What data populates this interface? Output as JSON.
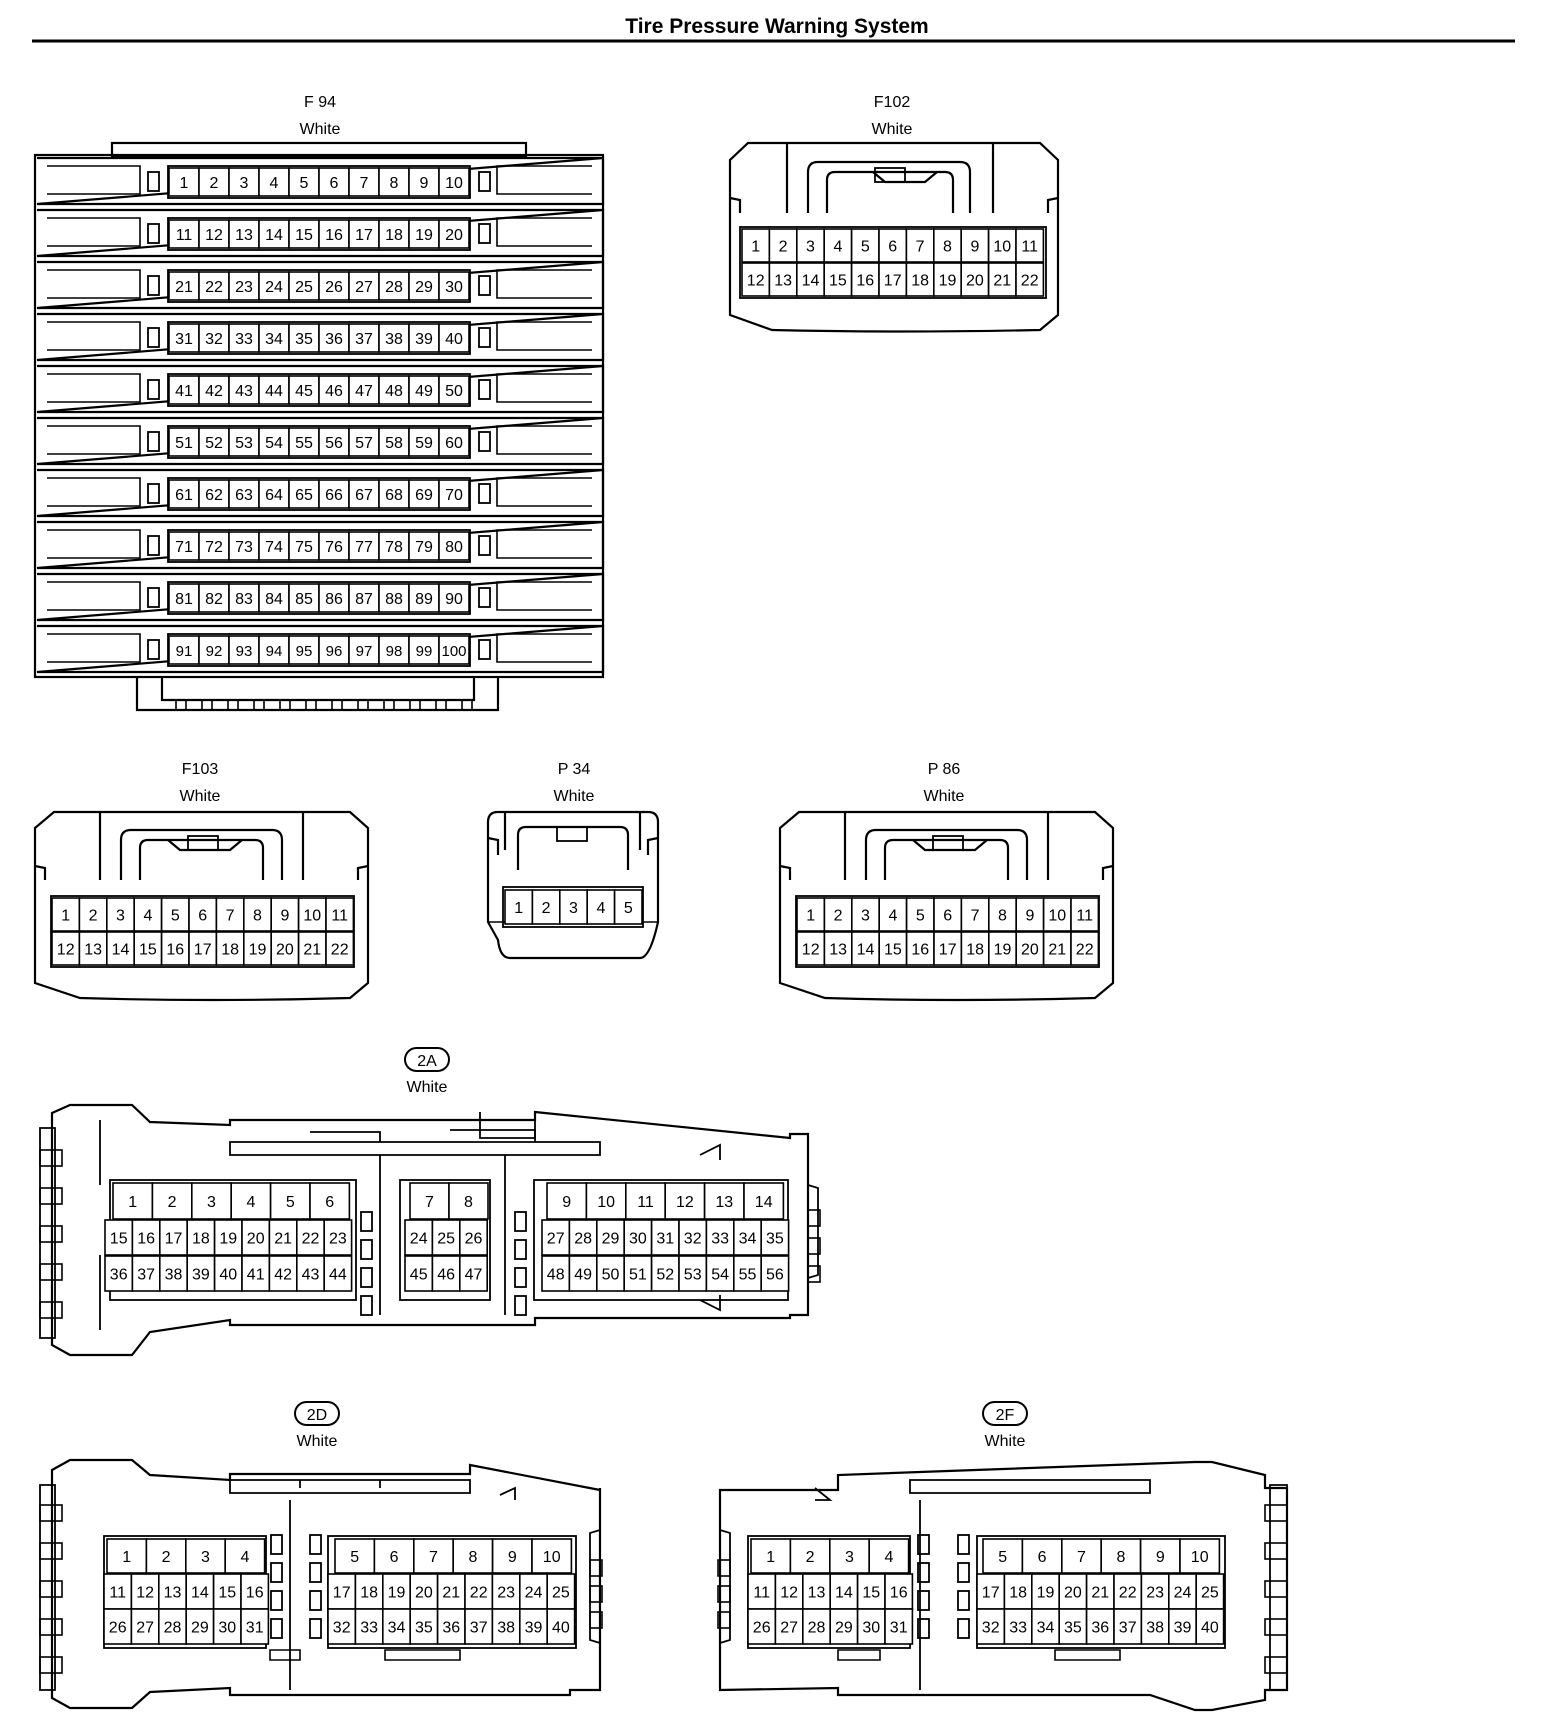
{
  "page": {
    "title": "Tire Pressure Warning System"
  },
  "connectors": [
    {
      "id": "F94",
      "name": "F 94",
      "color": "White",
      "circled": false,
      "rows": [
        [
          "1",
          "2",
          "3",
          "4",
          "5",
          "6",
          "7",
          "8",
          "9",
          "10"
        ],
        [
          "11",
          "12",
          "13",
          "14",
          "15",
          "16",
          "17",
          "18",
          "19",
          "20"
        ],
        [
          "21",
          "22",
          "23",
          "24",
          "25",
          "26",
          "27",
          "28",
          "29",
          "30"
        ],
        [
          "31",
          "32",
          "33",
          "34",
          "35",
          "36",
          "37",
          "38",
          "39",
          "40"
        ],
        [
          "41",
          "42",
          "43",
          "44",
          "45",
          "46",
          "47",
          "48",
          "49",
          "50"
        ],
        [
          "51",
          "52",
          "53",
          "54",
          "55",
          "56",
          "57",
          "58",
          "59",
          "60"
        ],
        [
          "61",
          "62",
          "63",
          "64",
          "65",
          "66",
          "67",
          "68",
          "69",
          "70"
        ],
        [
          "71",
          "72",
          "73",
          "74",
          "75",
          "76",
          "77",
          "78",
          "79",
          "80"
        ],
        [
          "81",
          "82",
          "83",
          "84",
          "85",
          "86",
          "87",
          "88",
          "89",
          "90"
        ],
        [
          "91",
          "92",
          "93",
          "94",
          "95",
          "96",
          "97",
          "98",
          "99",
          "100"
        ]
      ]
    },
    {
      "id": "F102",
      "name": "F102",
      "color": "White",
      "circled": false,
      "rows": [
        [
          "1",
          "2",
          "3",
          "4",
          "5",
          "6",
          "7",
          "8",
          "9",
          "10",
          "11"
        ],
        [
          "12",
          "13",
          "14",
          "15",
          "16",
          "17",
          "18",
          "19",
          "20",
          "21",
          "22"
        ]
      ]
    },
    {
      "id": "F103",
      "name": "F103",
      "color": "White",
      "circled": false,
      "rows": [
        [
          "1",
          "2",
          "3",
          "4",
          "5",
          "6",
          "7",
          "8",
          "9",
          "10",
          "11"
        ],
        [
          "12",
          "13",
          "14",
          "15",
          "16",
          "17",
          "18",
          "19",
          "20",
          "21",
          "22"
        ]
      ]
    },
    {
      "id": "P34",
      "name": "P 34",
      "color": "White",
      "circled": false,
      "rows": [
        [
          "1",
          "2",
          "3",
          "4",
          "5"
        ]
      ]
    },
    {
      "id": "P86",
      "name": "P 86",
      "color": "White",
      "circled": false,
      "rows": [
        [
          "1",
          "2",
          "3",
          "4",
          "5",
          "6",
          "7",
          "8",
          "9",
          "10",
          "11"
        ],
        [
          "12",
          "13",
          "14",
          "15",
          "16",
          "17",
          "18",
          "19",
          "20",
          "21",
          "22"
        ]
      ]
    },
    {
      "id": "2A",
      "name": "2A",
      "color": "White",
      "circled": true,
      "groups": [
        {
          "rows": [
            [
              "1",
              "2",
              "3",
              "4",
              "5",
              "6"
            ],
            [
              "15",
              "16",
              "17",
              "18",
              "19",
              "20",
              "21",
              "22",
              "23"
            ],
            [
              "36",
              "37",
              "38",
              "39",
              "40",
              "41",
              "42",
              "43",
              "44"
            ]
          ]
        },
        {
          "rows": [
            [
              "7",
              "8"
            ],
            [
              "24",
              "25",
              "26"
            ],
            [
              "45",
              "46",
              "47"
            ]
          ]
        },
        {
          "rows": [
            [
              "9",
              "10",
              "11",
              "12",
              "13",
              "14"
            ],
            [
              "27",
              "28",
              "29",
              "30",
              "31",
              "32",
              "33",
              "34",
              "35"
            ],
            [
              "48",
              "49",
              "50",
              "51",
              "52",
              "53",
              "54",
              "55",
              "56"
            ]
          ]
        }
      ]
    },
    {
      "id": "2D",
      "name": "2D",
      "color": "White",
      "circled": true,
      "groups": [
        {
          "rows": [
            [
              "1",
              "2",
              "3",
              "4"
            ],
            [
              "11",
              "12",
              "13",
              "14",
              "15",
              "16"
            ],
            [
              "26",
              "27",
              "28",
              "29",
              "30",
              "31"
            ]
          ]
        },
        {
          "rows": [
            [
              "5",
              "6",
              "7",
              "8",
              "9",
              "10"
            ],
            [
              "17",
              "18",
              "19",
              "20",
              "21",
              "22",
              "23",
              "24",
              "25"
            ],
            [
              "32",
              "33",
              "34",
              "35",
              "36",
              "37",
              "38",
              "39",
              "40"
            ]
          ]
        }
      ]
    },
    {
      "id": "2F",
      "name": "2F",
      "color": "White",
      "circled": true,
      "groups": [
        {
          "rows": [
            [
              "1",
              "2",
              "3",
              "4"
            ],
            [
              "11",
              "12",
              "13",
              "14",
              "15",
              "16"
            ],
            [
              "26",
              "27",
              "28",
              "29",
              "30",
              "31"
            ]
          ]
        },
        {
          "rows": [
            [
              "5",
              "6",
              "7",
              "8",
              "9",
              "10"
            ],
            [
              "17",
              "18",
              "19",
              "20",
              "21",
              "22",
              "23",
              "24",
              "25"
            ],
            [
              "32",
              "33",
              "34",
              "35",
              "36",
              "37",
              "38",
              "39",
              "40"
            ]
          ]
        }
      ]
    }
  ]
}
